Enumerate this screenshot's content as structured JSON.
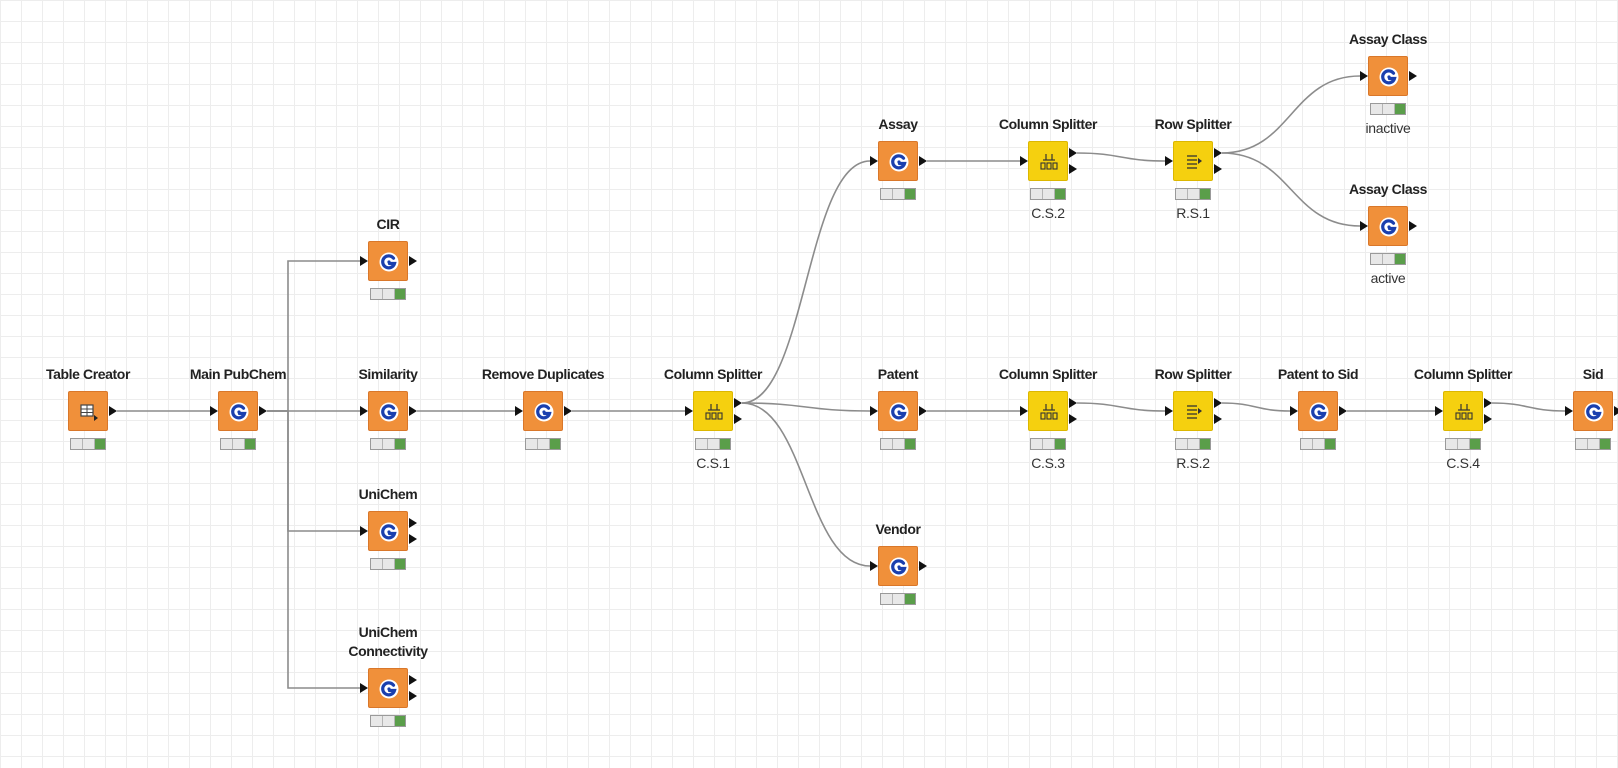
{
  "workflow": {
    "nodes": [
      {
        "id": "table-creator",
        "title": "Table Creator",
        "kind": "table-creator",
        "color": "#f0903a",
        "sublabel": "",
        "out_ports": 1
      },
      {
        "id": "main-pubchem",
        "title": "Main PubChem",
        "kind": "pubchem",
        "color": "#f0903a",
        "sublabel": "",
        "out_ports": 1
      },
      {
        "id": "cir",
        "title": "CIR",
        "kind": "pubchem",
        "color": "#f0903a",
        "sublabel": "",
        "out_ports": 1
      },
      {
        "id": "similarity",
        "title": "Similarity",
        "kind": "pubchem",
        "color": "#f0903a",
        "sublabel": "",
        "out_ports": 1
      },
      {
        "id": "unichem",
        "title": "UniChem",
        "kind": "pubchem",
        "color": "#f0903a",
        "sublabel": "",
        "out_ports": 2
      },
      {
        "id": "unichem-connectivity",
        "title": "UniChem\nConnectivity",
        "kind": "pubchem",
        "color": "#f0903a",
        "sublabel": "",
        "out_ports": 2
      },
      {
        "id": "remove-duplicates",
        "title": "Remove Duplicates",
        "kind": "pubchem",
        "color": "#f0903a",
        "sublabel": "",
        "out_ports": 1
      },
      {
        "id": "cs1",
        "title": "Column Splitter",
        "kind": "column-splitter",
        "color": "#f5d00f",
        "sublabel": "C.S.1",
        "out_ports": 2
      },
      {
        "id": "assay",
        "title": "Assay",
        "kind": "pubchem",
        "color": "#f0903a",
        "sublabel": "",
        "out_ports": 1
      },
      {
        "id": "patent",
        "title": "Patent",
        "kind": "pubchem",
        "color": "#f0903a",
        "sublabel": "",
        "out_ports": 1
      },
      {
        "id": "vendor",
        "title": "Vendor",
        "kind": "pubchem",
        "color": "#f0903a",
        "sublabel": "",
        "out_ports": 1
      },
      {
        "id": "cs2",
        "title": "Column Splitter",
        "kind": "column-splitter",
        "color": "#f5d00f",
        "sublabel": "C.S.2",
        "out_ports": 2
      },
      {
        "id": "rs1",
        "title": "Row Splitter",
        "kind": "row-splitter",
        "color": "#f5d00f",
        "sublabel": "R.S.1",
        "out_ports": 2
      },
      {
        "id": "assay-class-inactive",
        "title": "Assay Class",
        "kind": "pubchem",
        "color": "#f0903a",
        "sublabel": "inactive",
        "out_ports": 1
      },
      {
        "id": "assay-class-active",
        "title": "Assay Class",
        "kind": "pubchem",
        "color": "#f0903a",
        "sublabel": "active",
        "out_ports": 1
      },
      {
        "id": "cs3",
        "title": "Column Splitter",
        "kind": "column-splitter",
        "color": "#f5d00f",
        "sublabel": "C.S.3",
        "out_ports": 2
      },
      {
        "id": "rs2",
        "title": "Row Splitter",
        "kind": "row-splitter",
        "color": "#f5d00f",
        "sublabel": "R.S.2",
        "out_ports": 2
      },
      {
        "id": "patent-to-sid",
        "title": "Patent to Sid",
        "kind": "pubchem",
        "color": "#f0903a",
        "sublabel": "",
        "out_ports": 1
      },
      {
        "id": "cs4",
        "title": "Column Splitter",
        "kind": "column-splitter",
        "color": "#f5d00f",
        "sublabel": "C.S.4",
        "out_ports": 2
      },
      {
        "id": "sid",
        "title": "Sid",
        "kind": "pubchem",
        "color": "#f0903a",
        "sublabel": "",
        "out_ports": 1
      }
    ],
    "connections": [
      {
        "from": "table-creator",
        "port": 0,
        "to": "main-pubchem"
      },
      {
        "from": "main-pubchem",
        "port": 0,
        "to": "cir"
      },
      {
        "from": "main-pubchem",
        "port": 0,
        "to": "similarity"
      },
      {
        "from": "main-pubchem",
        "port": 0,
        "to": "unichem"
      },
      {
        "from": "main-pubchem",
        "port": 0,
        "to": "unichem-connectivity"
      },
      {
        "from": "similarity",
        "port": 0,
        "to": "remove-duplicates"
      },
      {
        "from": "remove-duplicates",
        "port": 0,
        "to": "cs1"
      },
      {
        "from": "cs1",
        "port": 0,
        "to": "assay"
      },
      {
        "from": "cs1",
        "port": 0,
        "to": "patent"
      },
      {
        "from": "cs1",
        "port": 0,
        "to": "vendor"
      },
      {
        "from": "assay",
        "port": 0,
        "to": "cs2"
      },
      {
        "from": "cs2",
        "port": 0,
        "to": "rs1"
      },
      {
        "from": "rs1",
        "port": 0,
        "to": "assay-class-inactive"
      },
      {
        "from": "rs1",
        "port": 0,
        "to": "assay-class-active"
      },
      {
        "from": "patent",
        "port": 0,
        "to": "cs3"
      },
      {
        "from": "cs3",
        "port": 0,
        "to": "rs2"
      },
      {
        "from": "rs2",
        "port": 0,
        "to": "patent-to-sid"
      },
      {
        "from": "patent-to-sid",
        "port": 0,
        "to": "cs4"
      },
      {
        "from": "cs4",
        "port": 0,
        "to": "sid"
      }
    ]
  }
}
